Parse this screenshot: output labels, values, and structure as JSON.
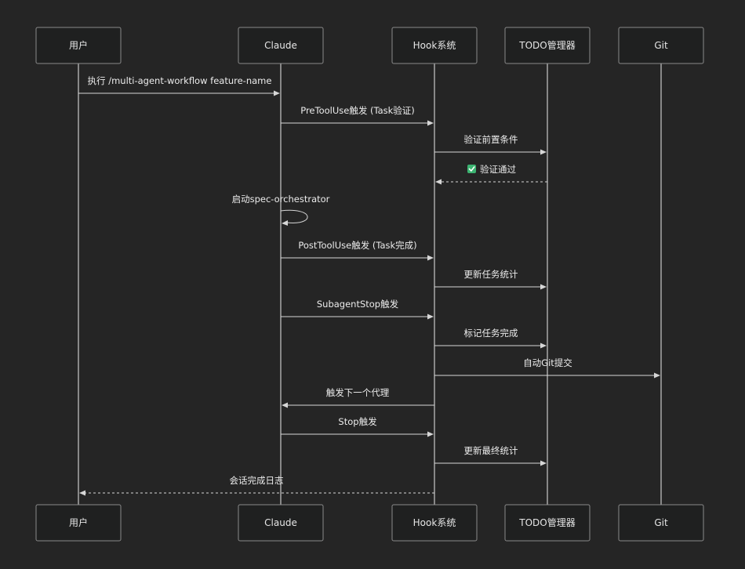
{
  "actors": [
    {
      "id": "user",
      "label": "用户"
    },
    {
      "id": "claude",
      "label": "Claude"
    },
    {
      "id": "hook",
      "label": "Hook系统"
    },
    {
      "id": "todo",
      "label": "TODO管理器"
    },
    {
      "id": "git",
      "label": "Git"
    }
  ],
  "messages": [
    {
      "from": "user",
      "to": "claude",
      "label": "执行 /multi-agent-workflow feature-name",
      "style": "solid"
    },
    {
      "from": "claude",
      "to": "hook",
      "label": "PreToolUse触发 (Task验证)",
      "style": "solid"
    },
    {
      "from": "hook",
      "to": "todo",
      "label": "验证前置条件",
      "style": "solid"
    },
    {
      "from": "todo",
      "to": "hook",
      "label": "验证通过",
      "style": "dashed",
      "icon": "check-icon"
    },
    {
      "from": "claude",
      "to": "claude",
      "label": "启动spec-orchestrator",
      "style": "self"
    },
    {
      "from": "claude",
      "to": "hook",
      "label": "PostToolUse触发 (Task完成)",
      "style": "solid"
    },
    {
      "from": "hook",
      "to": "todo",
      "label": "更新任务统计",
      "style": "solid"
    },
    {
      "from": "claude",
      "to": "hook",
      "label": "SubagentStop触发",
      "style": "solid"
    },
    {
      "from": "hook",
      "to": "todo",
      "label": "标记任务完成",
      "style": "solid"
    },
    {
      "from": "hook",
      "to": "git",
      "label": "自动Git提交",
      "style": "solid"
    },
    {
      "from": "hook",
      "to": "claude",
      "label": "触发下一个代理",
      "style": "solid"
    },
    {
      "from": "claude",
      "to": "hook",
      "label": "Stop触发",
      "style": "solid"
    },
    {
      "from": "hook",
      "to": "todo",
      "label": "更新最终统计",
      "style": "solid"
    },
    {
      "from": "hook",
      "to": "user",
      "label": "会话完成日志",
      "style": "dashed"
    }
  ],
  "colors": {
    "background": "#252525",
    "check_icon": "#3cb371"
  }
}
